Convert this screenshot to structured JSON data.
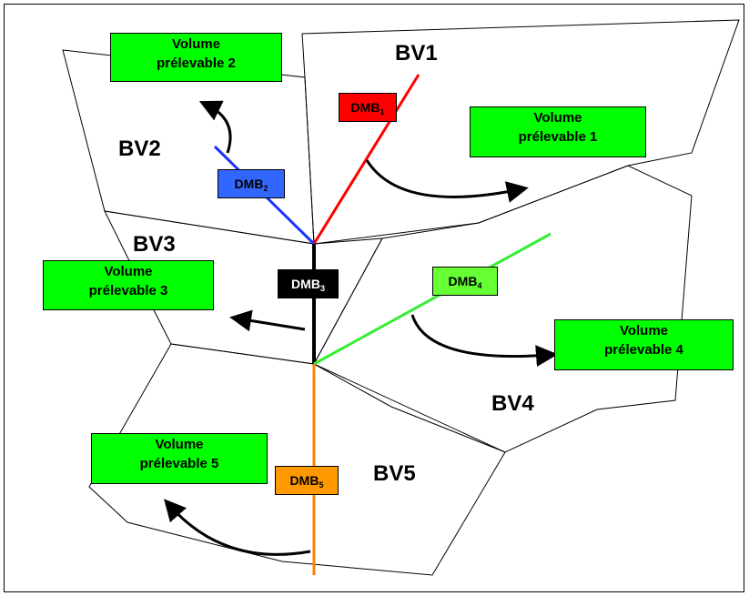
{
  "colors": {
    "volume_box": "#00ff00",
    "dmb1": "#ff0000",
    "dmb2": "#3366ff",
    "dmb3": "#000000",
    "dmb4": "#66ff33",
    "dmb5": "#ff9900",
    "river4_line": "#33ee33",
    "river5_line": "#ff8000"
  },
  "basins": {
    "bv1": "BV1",
    "bv2": "BV2",
    "bv3": "BV3",
    "bv4": "BV4",
    "bv5": "BV5"
  },
  "volumes": {
    "v1": {
      "line1": "Volume",
      "line2": "prélevable 1"
    },
    "v2": {
      "line1": "Volume",
      "line2": "prélevable 2"
    },
    "v3": {
      "line1": "Volume",
      "line2": "prélevable 3"
    },
    "v4": {
      "line1": "Volume",
      "line2": "prélevable 4"
    },
    "v5": {
      "line1": "Volume",
      "line2": "prélevable 5"
    }
  },
  "dmb": {
    "base": "DMB",
    "dmb1_sub": "1",
    "dmb2_sub": "2",
    "dmb3_sub": "3",
    "dmb4_sub": "4",
    "dmb5_sub": "5"
  }
}
